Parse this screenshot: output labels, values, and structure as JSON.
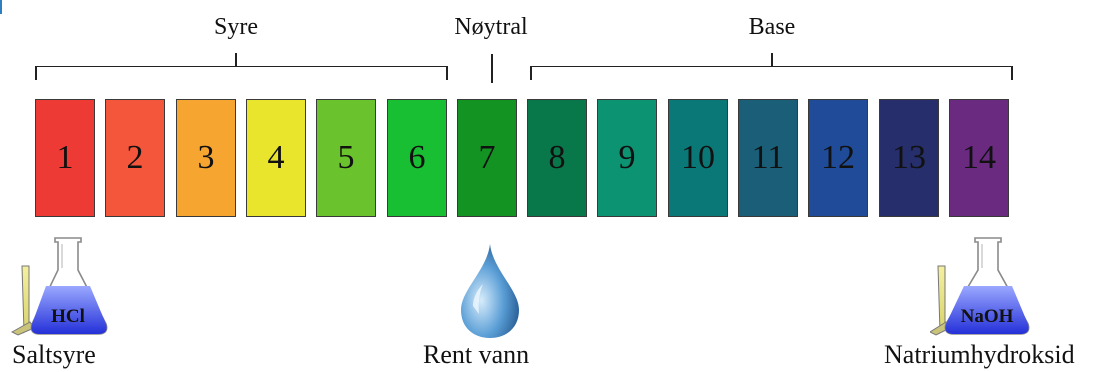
{
  "groups": {
    "acid": "Syre",
    "neutral": "Nøytral",
    "base": "Base"
  },
  "scale": [
    {
      "value": "1",
      "color": "#ee3a34"
    },
    {
      "value": "2",
      "color": "#f4563c"
    },
    {
      "value": "3",
      "color": "#f7a531"
    },
    {
      "value": "4",
      "color": "#e9e52c"
    },
    {
      "value": "5",
      "color": "#6ac22c"
    },
    {
      "value": "6",
      "color": "#18bf32"
    },
    {
      "value": "7",
      "color": "#139422"
    },
    {
      "value": "8",
      "color": "#08774a"
    },
    {
      "value": "9",
      "color": "#0b9372"
    },
    {
      "value": "10",
      "color": "#0b7878"
    },
    {
      "value": "11",
      "color": "#1b5e78"
    },
    {
      "value": "12",
      "color": "#1f4b98"
    },
    {
      "value": "13",
      "color": "#262e6b"
    },
    {
      "value": "14",
      "color": "#6a2a80"
    }
  ],
  "examples": {
    "left": {
      "flask_label": "HCl",
      "caption": "Saltsyre"
    },
    "center": {
      "caption": "Rent vann"
    },
    "right": {
      "flask_label": "NaOH",
      "caption": "Natriumhydroksid"
    }
  }
}
